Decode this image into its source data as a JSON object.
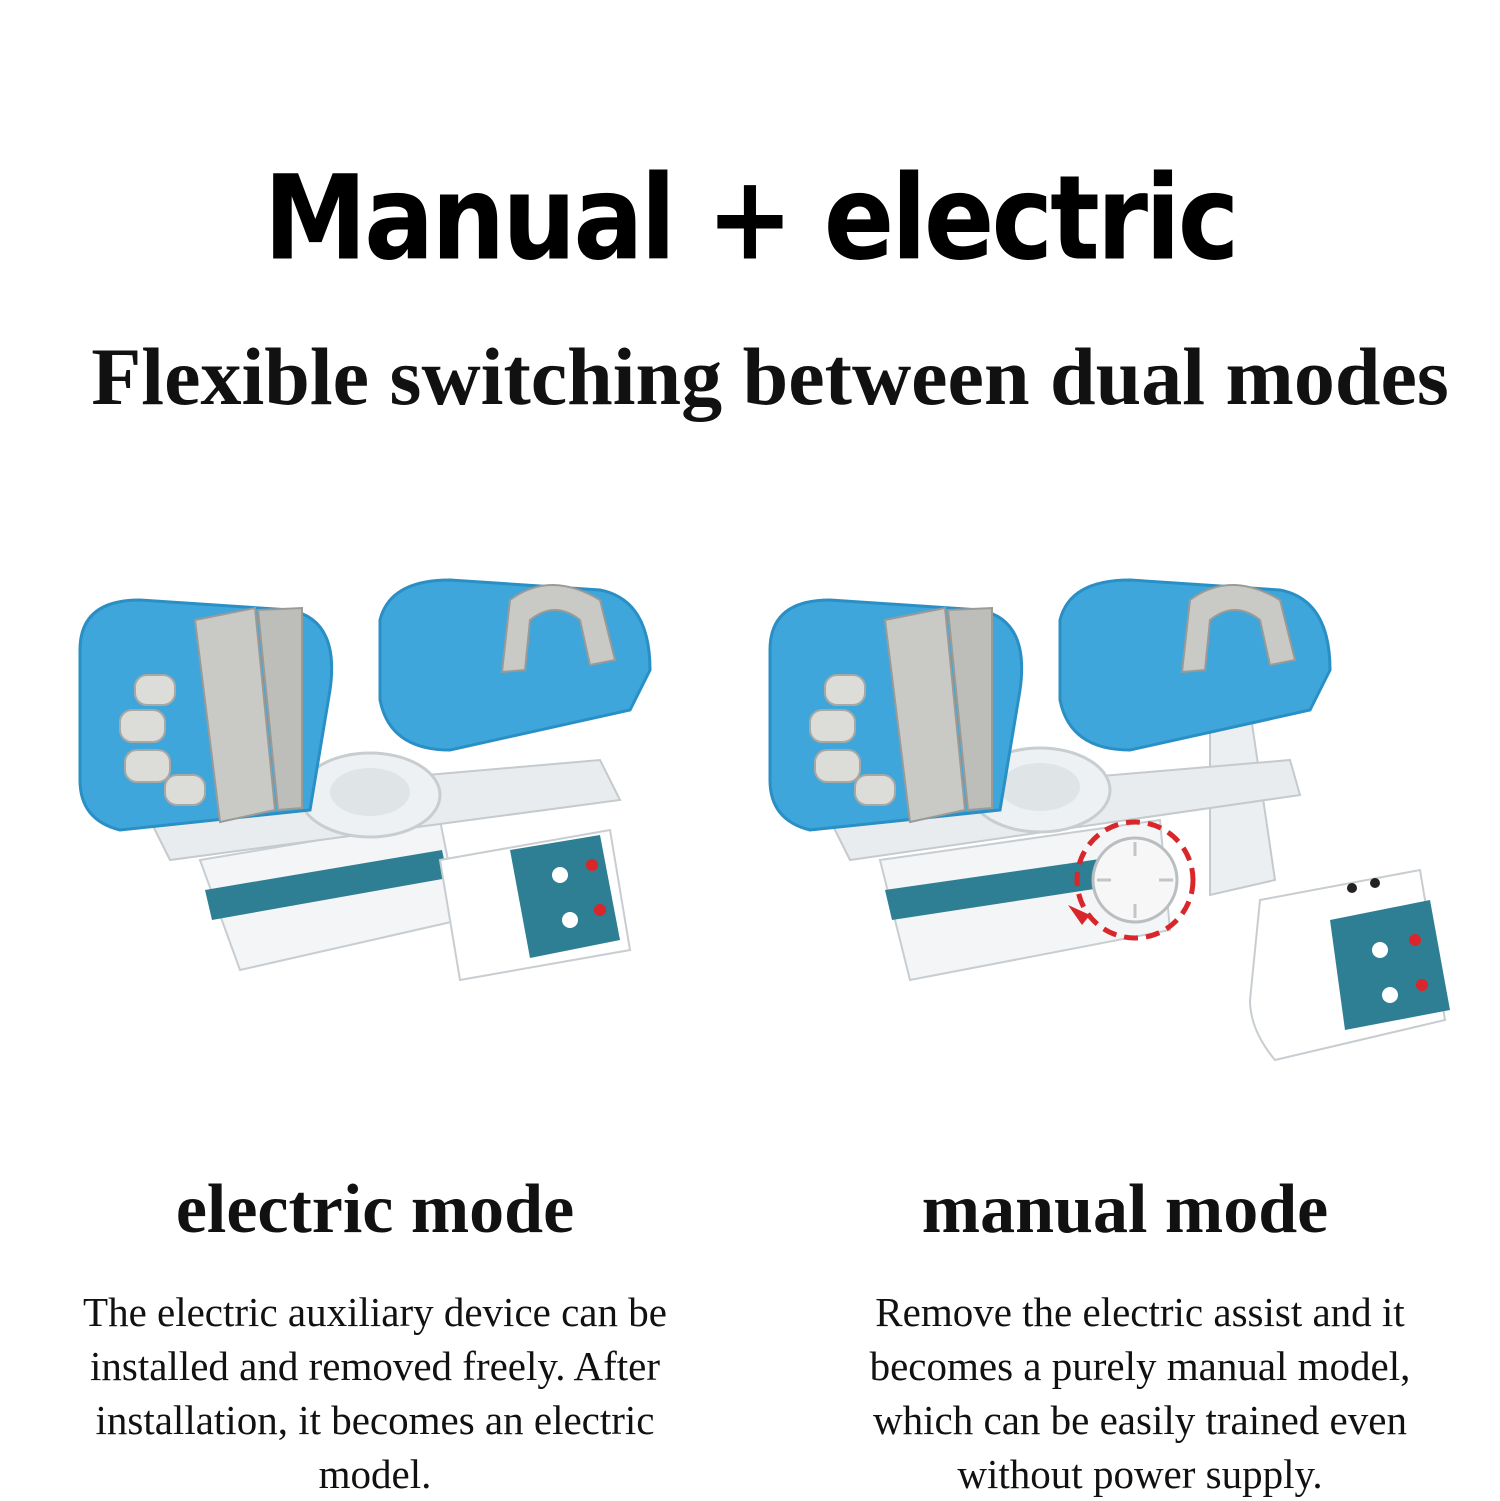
{
  "header": {
    "title": "Manual + electric",
    "subtitle": "Flexible switching between dual modes"
  },
  "modes": [
    {
      "heading": "electric mode",
      "description_lines": [
        "The electric auxiliary device can be",
        "installed and removed freely. After",
        "installation, it becomes an electric",
        "model."
      ]
    },
    {
      "heading": "manual mode",
      "description_lines": [
        "Remove the electric assist and it",
        "becomes a purely manual model,",
        "which can be easily trained even",
        "without power supply."
      ]
    }
  ],
  "colors": {
    "accent_blue": "#3fa6db",
    "strap_gray": "#c9c9c6",
    "panel_teal": "#2f7f94",
    "arrow_red": "#d9262a"
  }
}
